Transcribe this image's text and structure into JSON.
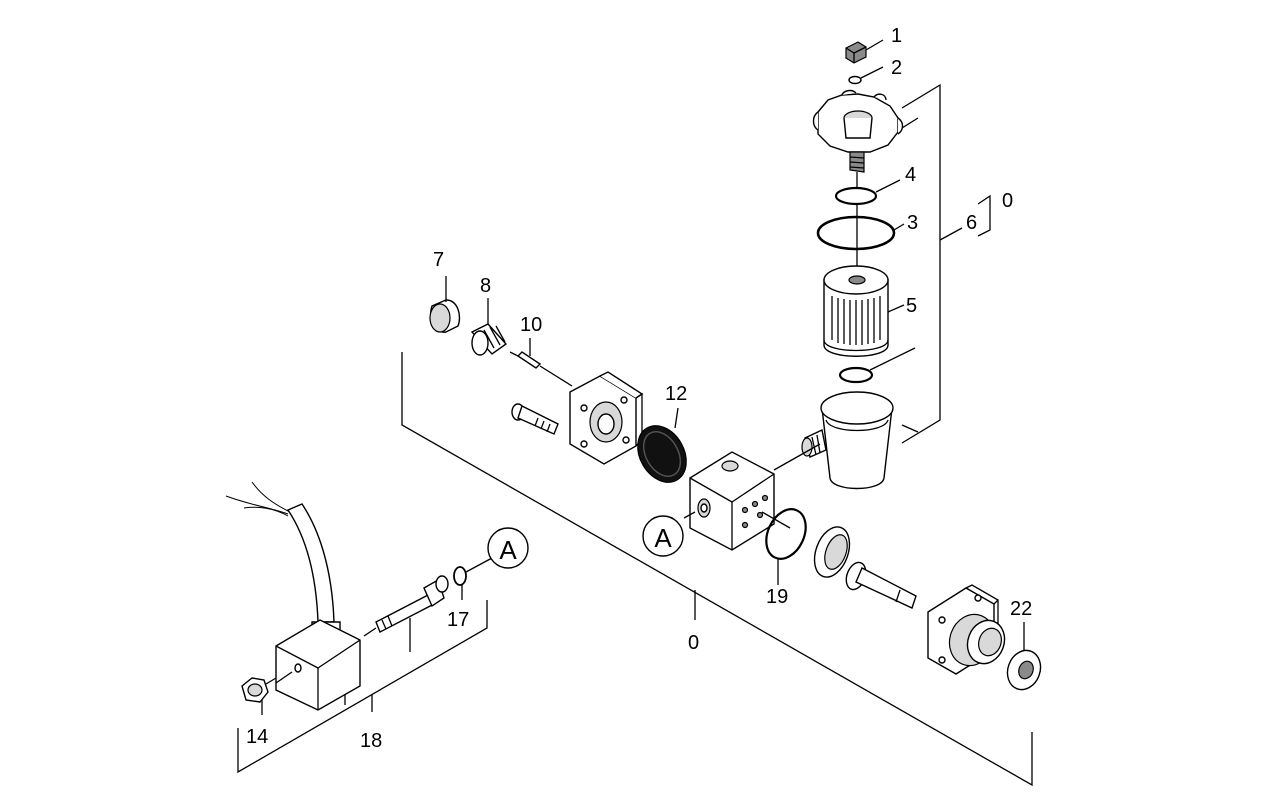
{
  "callouts": {
    "c1": "1",
    "c2": "2",
    "c3": "3",
    "c4": "4",
    "c5": "5",
    "c6": "6",
    "c0_top": "0",
    "c7": "7",
    "c8": "8",
    "c10": "10",
    "c12": "12",
    "c19": "19",
    "c0_mid": "0",
    "c22": "22",
    "c17": "17",
    "c14": "14",
    "c18": "18"
  },
  "markers": {
    "a_left": "A",
    "a_right": "A"
  }
}
